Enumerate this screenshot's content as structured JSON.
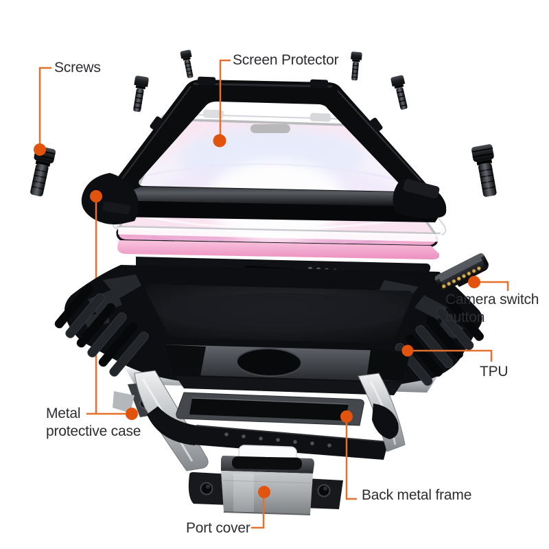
{
  "style": {
    "background_color": "#ffffff",
    "label_text_color": "#2b2d31",
    "leader_line_color": "#e4702e",
    "marker_dot_color": "#e2540e",
    "case_black": "#0e0f12",
    "metal_silver": "#c9ccd0",
    "screen_pink": "#f0a3cd",
    "screen_violet": "#b4b9ee",
    "contact_gold": "#d9ad52"
  },
  "annotations": {
    "screws": {
      "label": "Screws"
    },
    "screen_protector": {
      "label": "Screen Protector"
    },
    "camera_switch_button": {
      "lines": [
        "Camera switch",
        "button"
      ]
    },
    "tpu": {
      "label": "TPU"
    },
    "metal_protective_case": {
      "lines": [
        "Metal",
        "protective case"
      ]
    },
    "back_metal_frame": {
      "label": "Back metal frame"
    },
    "port_cover": {
      "label": "Port cover"
    }
  },
  "icons": {
    "marker_dot": "orange-circle-marker",
    "leader_line": "orange-elbow-line"
  }
}
